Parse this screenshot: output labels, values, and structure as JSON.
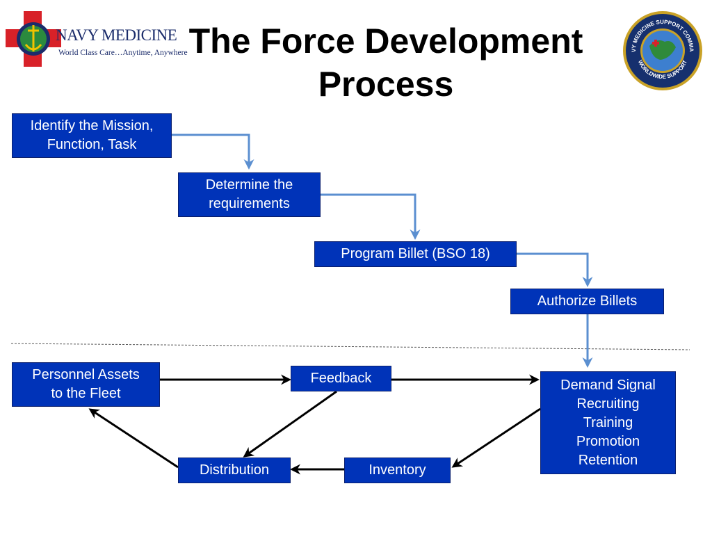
{
  "slide": {
    "title": "The Force Development Process"
  },
  "logos": {
    "left_wordmark": "NAVY MEDICINE",
    "left_tagline": "World Class Care…Anytime, Anywhere",
    "right_seal_top_text": "NAVY MEDICINE SUPPORT COMMAND",
    "right_seal_bottom_text": "WORLDWIDE SUPPORT"
  },
  "colors": {
    "box_fill": "#0033b8",
    "box_border": "#0a1f6e",
    "box_text": "#ffffff",
    "blue_connector": "#5b8fd0",
    "black_connector": "#000000",
    "divider": "#555555"
  },
  "steps": {
    "identify": [
      "Identify the Mission,",
      "Function, Task"
    ],
    "determine": [
      "Determine the",
      "requirements"
    ],
    "program": "Program Billet (BSO 18)",
    "authorize": "Authorize Billets"
  },
  "cycle": {
    "personnel": [
      "Personnel Assets",
      "to the Fleet"
    ],
    "feedback": "Feedback",
    "demand": [
      "Demand Signal",
      "Recruiting",
      "Training",
      "Promotion",
      "Retention"
    ],
    "distribution": "Distribution",
    "inventory": "Inventory"
  }
}
